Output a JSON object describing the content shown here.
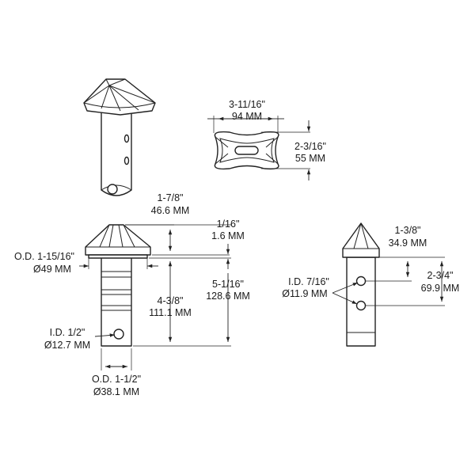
{
  "labels": {
    "top_width_in": "3-11/16\"",
    "top_width_mm": "94 MM",
    "top_height_in": "2-3/16\"",
    "top_height_mm": "55 MM",
    "cap_height_in": "1-7/8\"",
    "cap_height_mm": "46.6 MM",
    "flange_in": "1/16\"",
    "flange_mm": "1.6 MM",
    "cap_od_in": "O.D. 1-15/16\"",
    "cap_od_mm": "Ø49 MM",
    "total_length_in": "5-1/16\"",
    "total_length_mm": "128.6 MM",
    "shaft_length_in": "4-3/8\"",
    "shaft_length_mm": "111.1 MM",
    "pin_id_in": "I.D. 1/2\"",
    "pin_id_mm": "Ø12.7 MM",
    "shaft_od_in": "O.D. 1-1/2\"",
    "shaft_od_mm": "Ø38.1 MM",
    "hole_spacing_top_in": "1-3/8\"",
    "hole_spacing_top_mm": "34.9 MM",
    "hole_spacing_in": "2-3/4\"",
    "hole_spacing_mm": "69.9 MM",
    "hole_id_in": "I.D. 7/16\"",
    "hole_id_mm": "Ø11.9 MM"
  }
}
